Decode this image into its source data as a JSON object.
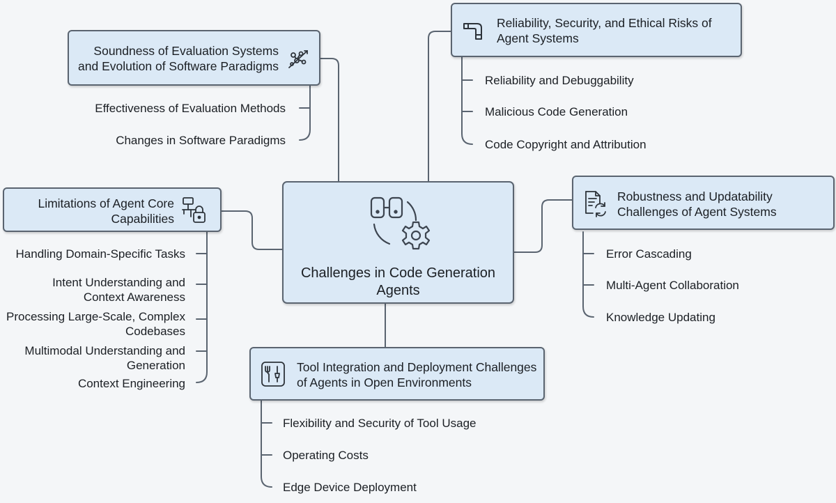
{
  "center": {
    "title_line1": "Challenges in Code Generation",
    "title_line2": "Agents",
    "icon": "servers-gear-icon"
  },
  "branches": {
    "evaluation": {
      "title_line1": "Soundness of Evaluation Systems",
      "title_line2": "and Evolution of Software Paradigms",
      "icon": "molecule-arrow-icon",
      "items": [
        "Effectiveness of Evaluation Methods",
        "Changes in Software Paradigms"
      ]
    },
    "reliability": {
      "title_line1": "Reliability, Security, and Ethical Risks of",
      "title_line2": "Agent Systems",
      "icon": "pipe-connector-icon",
      "items": [
        "Reliability and Debuggability",
        "Malicious Code Generation",
        "Code Copyright and Attribution"
      ]
    },
    "limitations": {
      "title_line1": "Limitations of Agent Core",
      "title_line2": "Capabilities",
      "icon": "network-lock-icon",
      "items": [
        [
          "Handling Domain-Specific Tasks"
        ],
        [
          "Intent Understanding and",
          "Context Awareness"
        ],
        [
          "Processing Large-Scale, Complex",
          "Codebases"
        ],
        [
          "Multimodal Understanding and",
          "Generation"
        ],
        [
          "Context Engineering"
        ]
      ]
    },
    "robustness": {
      "title_line1": "Robustness and Updatability",
      "title_line2": "Challenges of Agent Systems",
      "icon": "document-refresh-icon",
      "items": [
        "Error Cascading",
        "Multi-Agent Collaboration",
        "Knowledge Updating"
      ]
    },
    "tools": {
      "title_line1": "Tool Integration and Deployment Challenges",
      "title_line2": "of Agents in Open Environments",
      "icon": "tools-icon",
      "items": [
        "Flexibility and Security of Tool Usage",
        "Operating Costs",
        "Edge Device Deployment"
      ]
    }
  },
  "colors": {
    "node_fill": "#dbe9f6",
    "node_border": "#5a6470",
    "connector": "#5a6470",
    "background": "#f4f6f8"
  }
}
